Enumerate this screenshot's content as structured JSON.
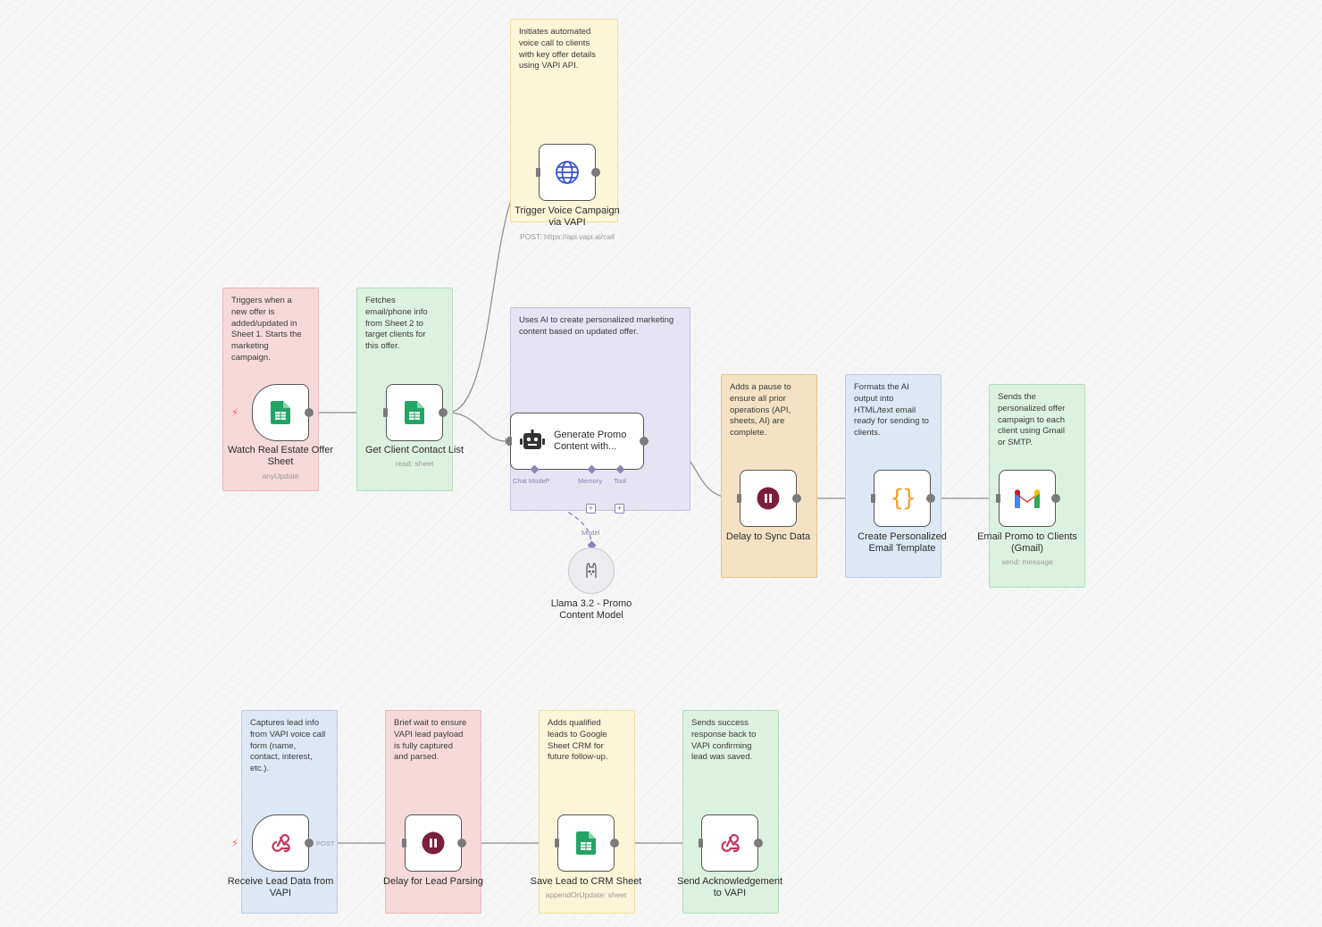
{
  "notes": {
    "trigger_note": [
      "Triggers when a",
      "new offer is",
      "added/updated in",
      "Sheet 1. Starts the",
      "marketing",
      "campaign."
    ],
    "contacts_note": [
      "Fetches",
      "email/phone info",
      "from Sheet 2 to",
      "target clients for",
      "this offer."
    ],
    "voice_note": [
      "Initiates automated",
      "voice call to clients",
      "with key offer details",
      "using VAPI API."
    ],
    "ai_note": [
      "Uses AI to create personalized marketing",
      "content based on updated offer."
    ],
    "delay_note": [
      "Adds a pause to",
      "ensure all prior",
      "operations (API,",
      "sheets, AI) are",
      "complete."
    ],
    "format_note": [
      "Formats the AI",
      "output into",
      "HTML/text email",
      "ready for sending to",
      "clients."
    ],
    "email_note": [
      "Sends the",
      "personalized offer",
      "campaign to each",
      "client using Gmail",
      "or SMTP."
    ],
    "lead_note": [
      "Captures lead info",
      "from VAPI voice call",
      "form (name,",
      "contact, interest,",
      "etc.)."
    ],
    "parse_note": [
      "Brief wait to ensure",
      "VAPI lead payload",
      "is fully captured",
      "and parsed."
    ],
    "crm_note": [
      "Adds qualified",
      "leads to Google",
      "Sheet CRM for",
      "future follow-up."
    ],
    "ack_note": [
      "Sends success",
      "response back to",
      "VAPI confirming",
      "lead was saved."
    ]
  },
  "nodes": {
    "watch_sheet": {
      "label_1": "Watch Real Estate Offer",
      "label_2": "Sheet",
      "sub": "anyUpdate",
      "icon": "google-sheets-icon"
    },
    "get_contacts": {
      "label_1": "Get Client Contact List",
      "sub": "read: sheet",
      "icon": "google-sheets-icon"
    },
    "voice": {
      "label_1": "Trigger Voice Campaign",
      "label_2": "via VAPI",
      "sub": "POST: https://api.vapi.ai/call",
      "icon": "globe-icon"
    },
    "generate": {
      "title_1": "Generate Promo",
      "title_2": "Content with...",
      "icon": "robot-icon",
      "inputs": {
        "chat_model": "Chat Model",
        "required_mark": "*",
        "memory": "Memory",
        "tool": "Tool"
      }
    },
    "llama": {
      "label_1": "Llama 3.2 - Promo",
      "label_2": "Content Model",
      "port_label": "Model",
      "icon": "llama-icon"
    },
    "delay_sync": {
      "label_1": "Delay to Sync Data",
      "icon": "pause-icon"
    },
    "email_template": {
      "label_1": "Create Personalized",
      "label_2": "Email Template",
      "icon": "code-braces-icon",
      "glyph": "{}"
    },
    "gmail": {
      "label_1": "Email Promo to Clients",
      "label_2": "(Gmail)",
      "sub": "send: message",
      "icon": "gmail-icon"
    },
    "receive_lead": {
      "label_1": "Receive Lead Data from",
      "label_2": "VAPI",
      "method": "POST",
      "icon": "webhook-icon"
    },
    "delay_parse": {
      "label_1": "Delay for Lead Parsing",
      "icon": "pause-icon"
    },
    "save_lead": {
      "label_1": "Save Lead to CRM Sheet",
      "sub": "appendOrUpdate: sheet",
      "icon": "google-sheets-icon"
    },
    "ack": {
      "label_1": "Send Acknowledgement",
      "label_2": "to VAPI",
      "icon": "webhook-icon"
    }
  },
  "colors": {
    "sheets_green": "#21a464",
    "pause_maroon": "#7a1f3d",
    "globe_blue": "#3b52d9",
    "braces_orange": "#f5a02c",
    "webhook_red": "#c9355a",
    "ai_purple": "#8a84b8",
    "trigger_bolt": "#ff6d5a"
  }
}
